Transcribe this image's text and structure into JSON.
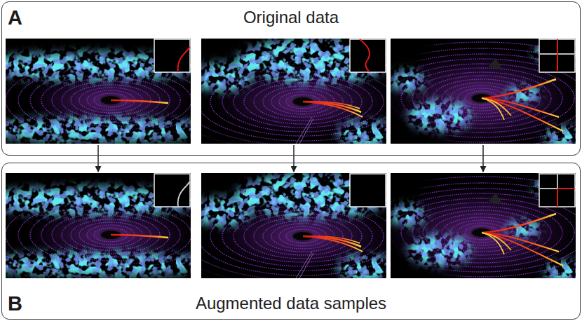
{
  "diagram": {
    "nodes": [
      {
        "text": [
          "A",
          "Original data"
        ]
      },
      {
        "text": [
          "B",
          "Augmented data samples"
        ]
      }
    ],
    "edges": [
      {
        "from": 0,
        "to": 1,
        "arrow": "to"
      },
      {
        "from": 0,
        "to": 1,
        "arrow": "to"
      },
      {
        "from": 0,
        "to": 1,
        "arrow": "to"
      }
    ]
  }
}
